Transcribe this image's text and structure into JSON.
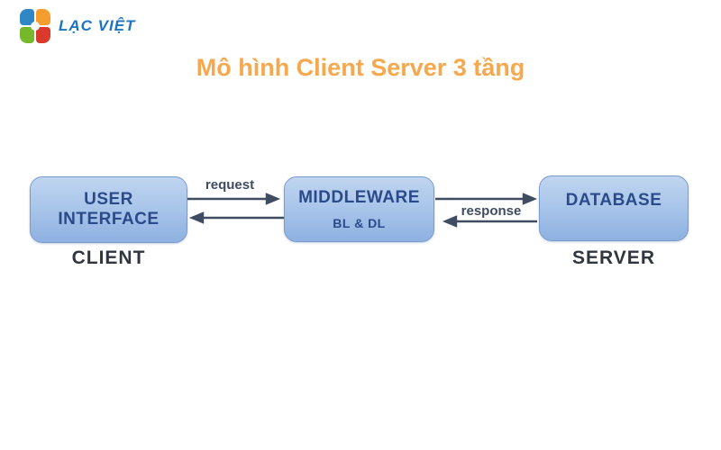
{
  "logo": {
    "text": "LẠC VIỆT",
    "colors": {
      "blue": "#2f87c6",
      "orange": "#f59d2e",
      "green": "#76b82a",
      "red": "#d93a2b",
      "text": "#1b75bc"
    }
  },
  "title": {
    "text": "Mô hình Client Server 3 tầng",
    "color": "#f5a84d"
  },
  "diagram": {
    "nodes": [
      {
        "id": "client",
        "lines": [
          "USER",
          "INTERFACE"
        ],
        "caption": "CLIENT"
      },
      {
        "id": "middleware",
        "lines": [
          "MIDDLEWARE",
          "BL & DL"
        ],
        "caption": ""
      },
      {
        "id": "server",
        "lines": [
          "DATABASE"
        ],
        "caption": "SERVER"
      }
    ],
    "edges": [
      {
        "from": "client",
        "to": "middleware",
        "label": "request"
      },
      {
        "from": "middleware",
        "to": "client",
        "label": ""
      },
      {
        "from": "middleware",
        "to": "server",
        "label": ""
      },
      {
        "from": "server",
        "to": "middleware",
        "label": "response"
      }
    ],
    "colors": {
      "box_fill_top": "#c0d5f0",
      "box_fill_bottom": "#8eb1e1",
      "box_border": "#7c9bcd",
      "box_text": "#2a4a8a",
      "caption_text": "#30363f",
      "arrow": "#3f4c61"
    }
  }
}
